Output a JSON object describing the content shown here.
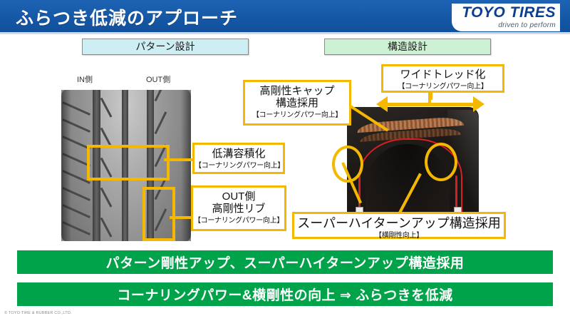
{
  "header": {
    "title": "ふらつき低減のアプローチ",
    "logo_main": "TOYO TIRES",
    "logo_tagline": "driven to perform",
    "bar_color": "#1558a6"
  },
  "sections": {
    "pattern": {
      "label": "パターン設計",
      "color": "#cdeef3"
    },
    "structure": {
      "label": "構造設計",
      "color": "#cdf2d3"
    }
  },
  "tread_labels": {
    "inner": "IN側",
    "outer": "OUT側"
  },
  "callouts": [
    {
      "id": "widetread",
      "main": "ワイドトレッド化",
      "sub": "【コーナリングパワー向上】"
    },
    {
      "id": "cap",
      "main_line1": "高剛性キャップ",
      "main_line2": "構造採用",
      "sub": "【コーナリングパワー向上】"
    },
    {
      "id": "groove",
      "main": "低溝容積化",
      "sub": "【コーナリングパワー向上】"
    },
    {
      "id": "rib",
      "main_line1": "OUT側",
      "main_line2": "高剛性リブ",
      "sub": "【コーナリングパワー向上】"
    },
    {
      "id": "turnup",
      "main": "スーパーハイターンアップ構造採用",
      "sub": "【横剛性向上】"
    }
  ],
  "banners": [
    {
      "text": "パターン剛性アップ、スーパーハイターンアップ構造採用",
      "color": "#00a24a"
    },
    {
      "text": "コーナリングパワー&横剛性の向上 ⇒ ふらつきを低減",
      "color": "#00a24a"
    }
  ],
  "footer": {
    "copyright": "© TOYO TIRE & RUBBER CO.,LTD."
  },
  "accent_colors": {
    "highlight": "#f5b800",
    "carcass_red": "#d61f23",
    "belt_copper": "#b97a4e"
  }
}
